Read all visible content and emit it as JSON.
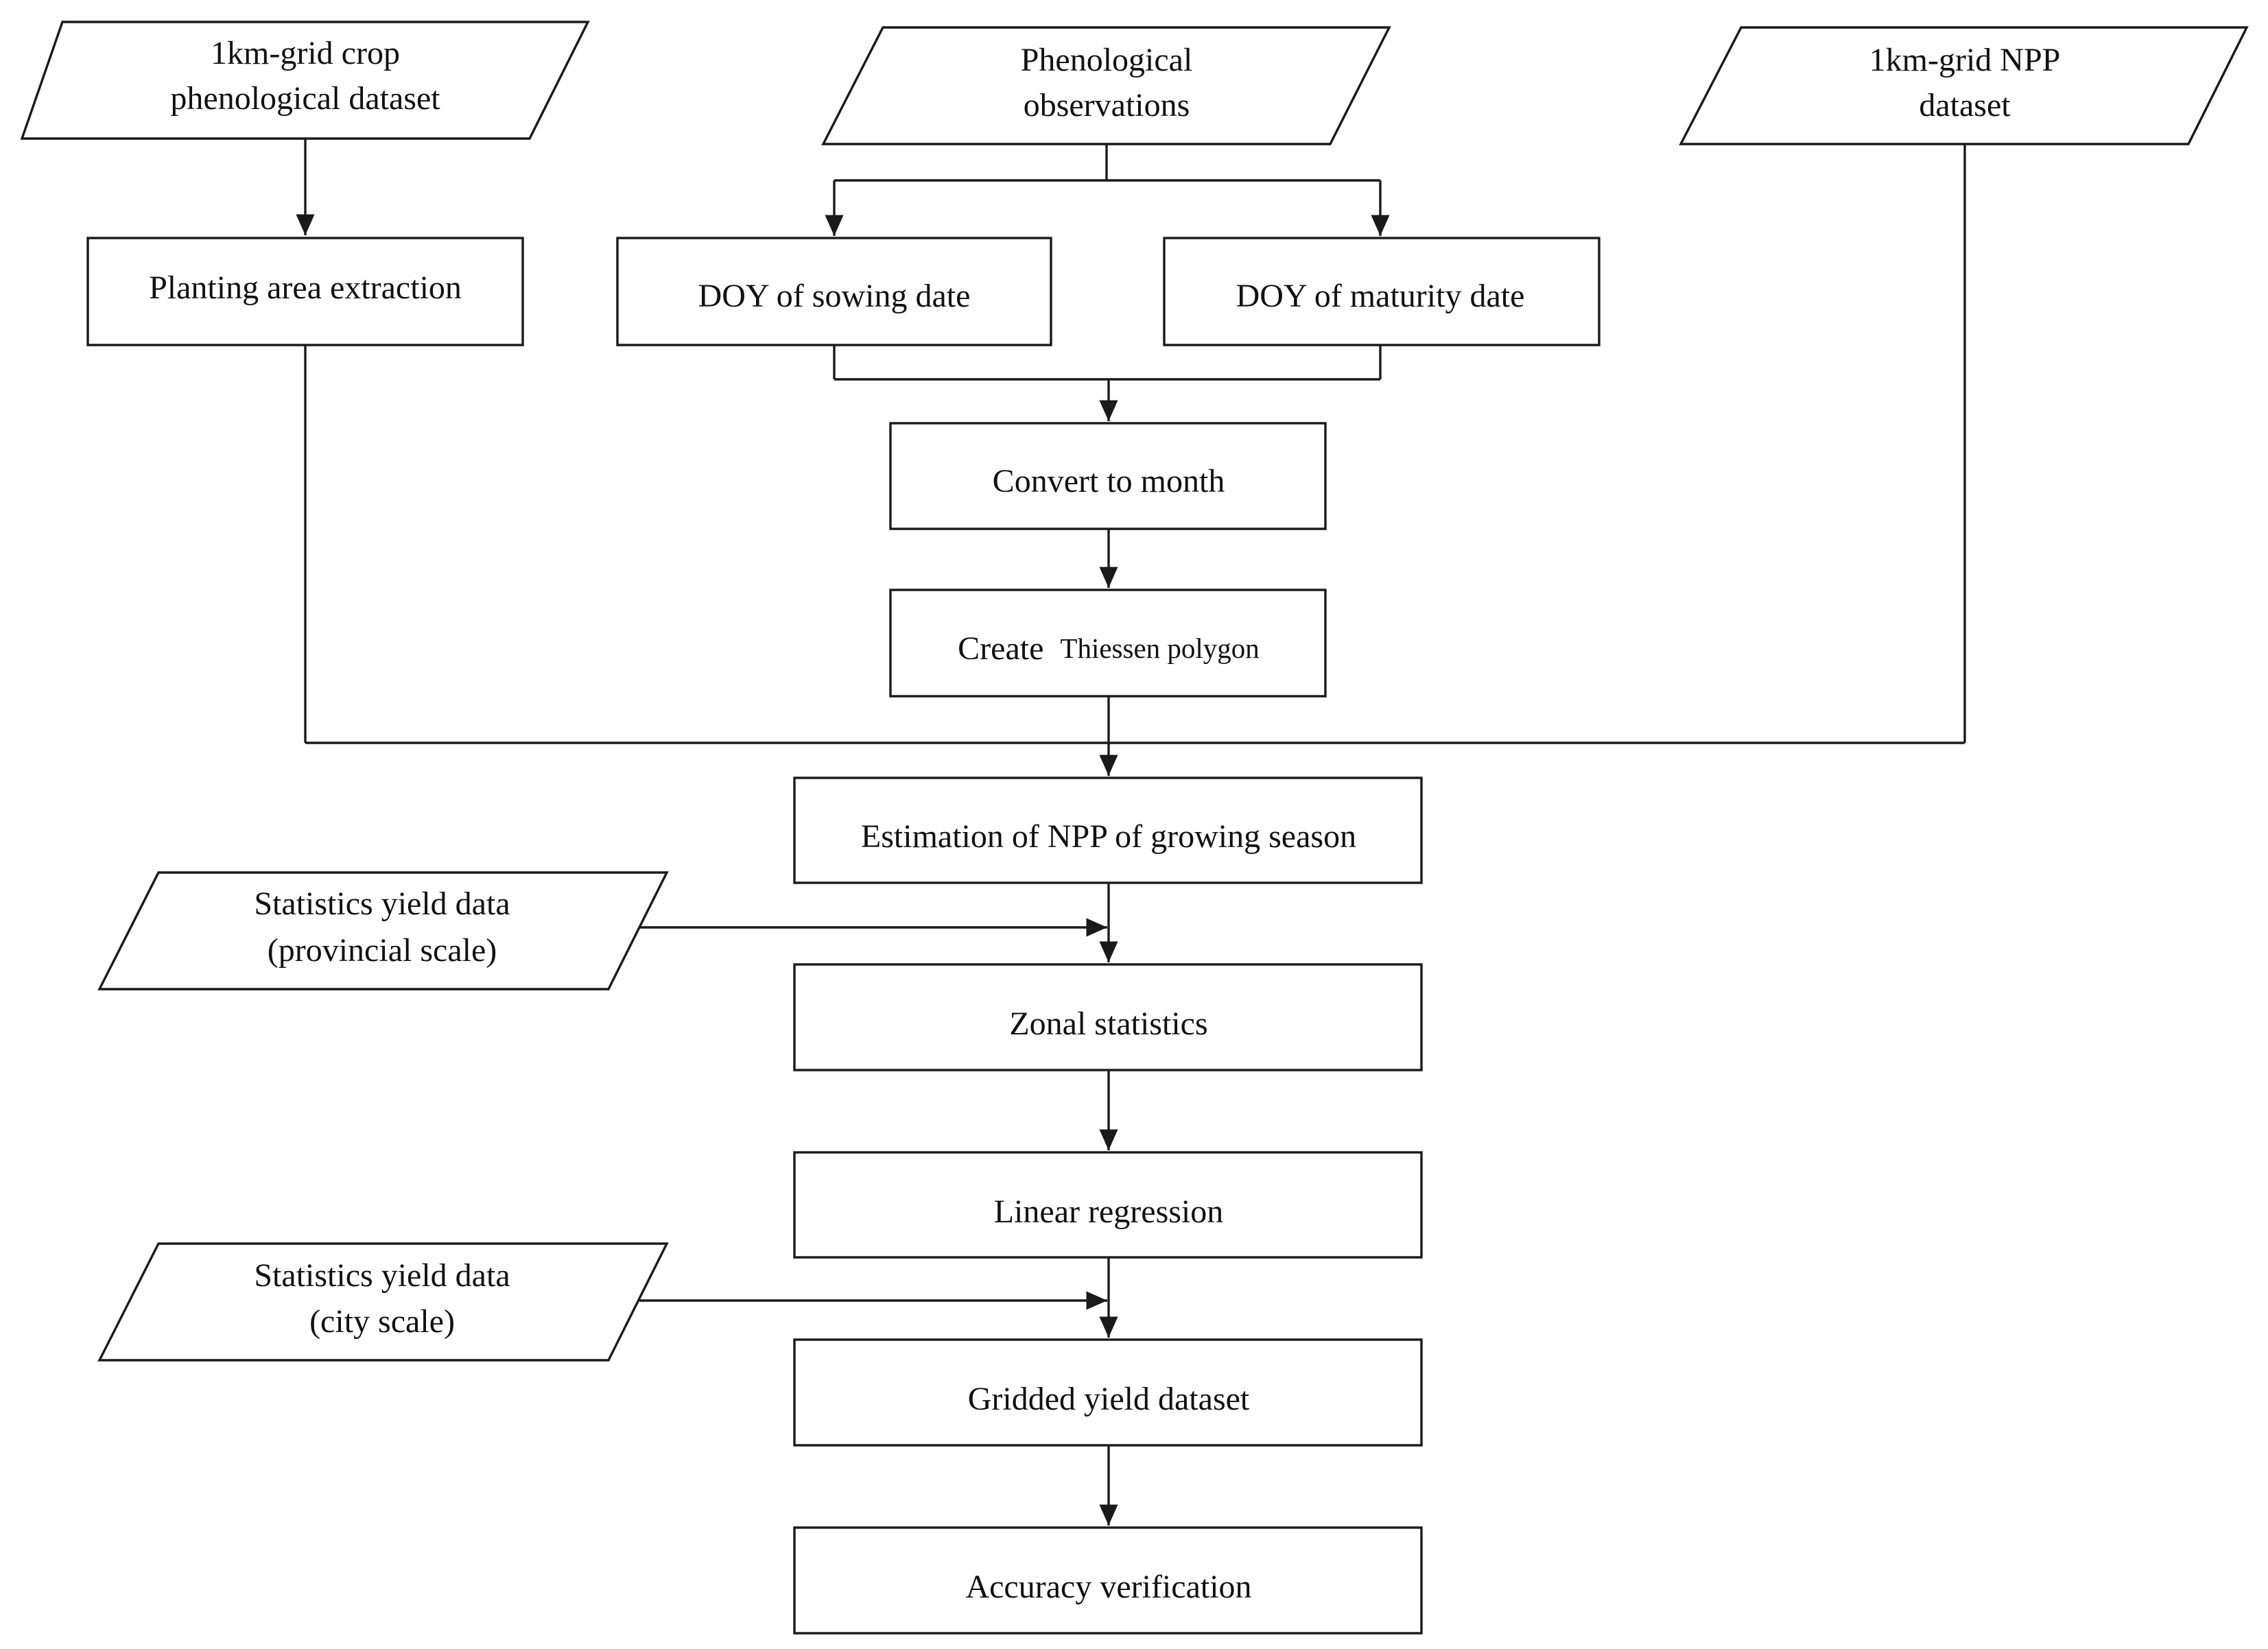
{
  "diagram": {
    "inputs": {
      "crop_phenology": [
        "1km-grid crop",
        "phenological dataset"
      ],
      "phenological_observations": [
        "Phenological",
        "observations"
      ],
      "npp_dataset": [
        "1km-grid NPP",
        "dataset"
      ],
      "provincial_yield": [
        "Statistics yield data",
        "(provincial scale)"
      ],
      "city_yield": [
        "Statistics yield data",
        "(city scale)"
      ]
    },
    "steps": {
      "planting_area": "Planting area extraction",
      "doy_sowing": "DOY of sowing date",
      "doy_maturity": "DOY of maturity date",
      "convert_month": "Convert to month",
      "thiessen_prefix": "Create",
      "thiessen_suffix": "Thiessen polygon",
      "npp_estimation": "Estimation of NPP of growing season",
      "zonal_statistics": "Zonal statistics",
      "linear_regression": "Linear regression",
      "gridded_yield": "Gridded yield dataset",
      "accuracy": "Accuracy verification"
    }
  }
}
